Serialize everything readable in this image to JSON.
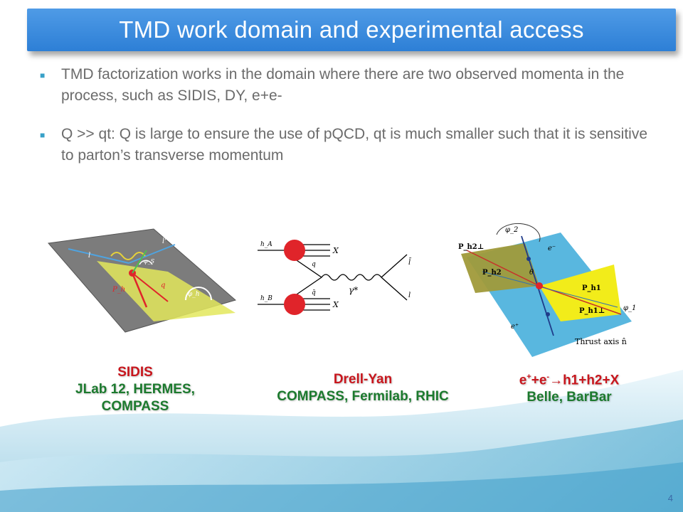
{
  "slide": {
    "title": "TMD work domain and experimental access",
    "page_number": "4"
  },
  "bullets": [
    {
      "text": "TMD factorization works in the domain where there are two observed momenta in the process, such as SIDIS, DY, e+e-"
    },
    {
      "text": "Q >> qt: Q is large to ensure the use of pQCD, qt is much smaller such that it is sensitive to parton’s transverse momentum"
    }
  ],
  "figures": {
    "sidis": {
      "labels": [
        "l",
        "l'",
        "q",
        "P",
        "S",
        "φ_S",
        "φ_h",
        "P_h"
      ]
    },
    "drellyan": {
      "labels": [
        "h_A",
        "h_B",
        "X",
        "X",
        "q",
        "q̄",
        "γ*",
        "l̄",
        "l"
      ]
    },
    "epem": {
      "labels": [
        "P_h2⊥",
        "P_h2",
        "φ_2",
        "θ",
        "e⁻",
        "e⁺",
        "P_h1",
        "P_h1⊥",
        "φ_1",
        "Thrust axis n̂"
      ]
    }
  },
  "captions": {
    "sidis": {
      "name": "SIDIS",
      "experiments": [
        "JLab 12, HERMES,",
        "COMPASS"
      ]
    },
    "drellyan": {
      "name": "Drell-Yan",
      "experiments": [
        "COMPASS, Fermilab, RHIC"
      ]
    },
    "epem": {
      "name_pre": "e",
      "sup1": "+",
      "name_mid": "+e",
      "sup2": "-",
      "name_post": "→h1+h2+X",
      "experiments": [
        "Belle, BarBar"
      ]
    }
  },
  "colors": {
    "title_bg": "#2d7fd6",
    "caption_red": "#c8161d",
    "caption_green": "#1c7a2e",
    "text_gray": "#6b6b6b"
  }
}
